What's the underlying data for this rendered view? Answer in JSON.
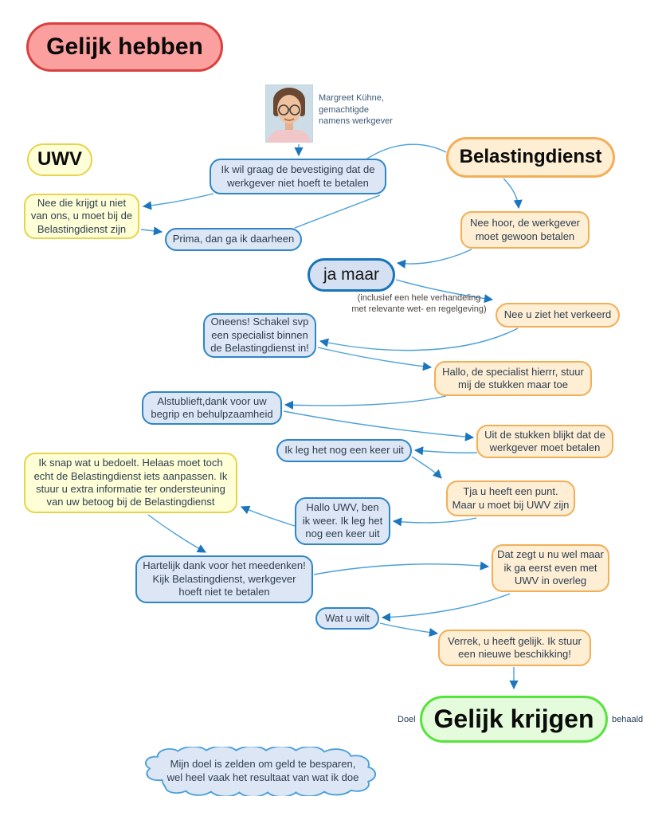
{
  "palette": {
    "red-fill": "#fb9f9f",
    "red-border": "#d94040",
    "yellow-fill": "#feffd6",
    "yellow-border": "#e6d44c",
    "orange-fill": "#fdeed4",
    "orange-border": "#f3ae58",
    "blue-fill": "#dce6f5",
    "blue-border": "#2e86c5",
    "strong-blue": "#1a74b8",
    "green-fill": "#e4fcdc",
    "green-border": "#55e43b",
    "line-blue": "#4aa0d8",
    "arrow-blue": "#1c76bd",
    "text-dark": "#2e3d4f",
    "note-text": "#4c443f",
    "caption-text": "#3c5a76"
  },
  "person": {
    "caption": "Margreet Kühne,\ngemachtigde\nnamens werkgever"
  },
  "nodes": {
    "gelijk_hebben": {
      "label": "Gelijk hebben"
    },
    "uwv": {
      "label": "UWV"
    },
    "belastingdienst": {
      "label": "Belastingdienst"
    },
    "ik_wil_graag": {
      "text": "Ik wil graag de bevestiging dat de\nwerkgever niet hoeft te betalen"
    },
    "nee_die_krijgt": {
      "text": "Nee die krijgt u niet\nvan ons, u moet bij de\nBelastingdienst zijn"
    },
    "prima": {
      "text": "Prima, dan ga ik daarheen"
    },
    "nee_hoor": {
      "text": "Nee hoor, de werkgever\nmoet gewoon betalen"
    },
    "ja_maar": {
      "text": "ja maar"
    },
    "note_inclusief": {
      "text": "(inclusief een hele verhandeling\nmet relevante wet- en regelgeving)"
    },
    "nee_u_ziet": {
      "text": "Nee u ziet het verkeerd"
    },
    "oneens": {
      "text": "Oneens! Schakel svp\neen specialist binnen\nde Belastingdienst in!"
    },
    "hallo_specialist": {
      "text": "Hallo, de specialist hierrr, stuur\nmij de stukken maar toe"
    },
    "alstublieft": {
      "text": "Alstublieft,dank voor uw\nbegrip en behulpzaamheid"
    },
    "uit_de_stukken": {
      "text": "Uit de stukken blijkt dat de\nwerkgever moet betalen"
    },
    "ik_leg_het": {
      "text": "Ik leg het nog een keer uit"
    },
    "ik_snap": {
      "text": "Ik snap wat u bedoelt. Helaas moet toch\necht de Belastingdienst iets aanpassen. Ik\nstuur u extra informatie ter ondersteuning\nvan uw betoog bij de Belastingdienst"
    },
    "tja": {
      "text": "Tja u heeft een punt.\nMaar u moet bij UWV zijn"
    },
    "hallo_uwv": {
      "text": "Hallo UWV, ben\nik weer. Ik leg het\nnog een keer uit"
    },
    "hartelijk": {
      "text": "Hartelijk dank voor het meedenken!\nKijk Belastingdienst, werkgever\nhoeft niet te betalen"
    },
    "dat_zegt": {
      "text": "Dat zegt u nu wel maar\nik ga eerst even met\nUWV in overleg"
    },
    "wat_u_wilt": {
      "text": "Wat u wilt"
    },
    "verrek": {
      "text": "Verrek, u heeft gelijk. Ik stuur\neen nieuwe beschikking!"
    },
    "gelijk_krijgen": {
      "label": "Gelijk krijgen",
      "label_left": "Doel",
      "label_right": "behaald"
    },
    "cloud": {
      "text": "Mijn doel is zelden om geld te besparen,\nwel heel vaak het resultaat van wat ik doe"
    }
  }
}
